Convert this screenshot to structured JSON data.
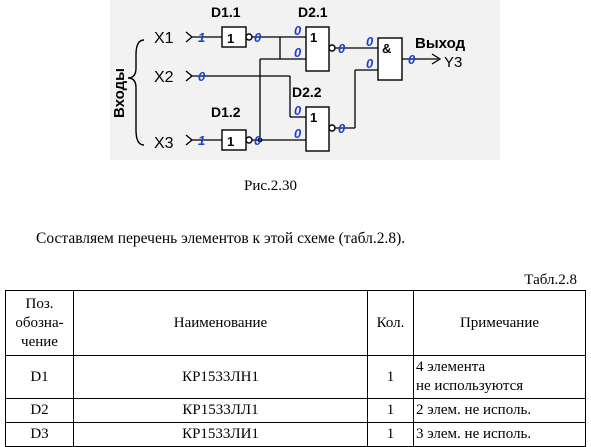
{
  "diagram": {
    "inputs_label": "Входы",
    "output_label": "Выход",
    "inputs": [
      "X1",
      "X2",
      "X3"
    ],
    "output": "Y3",
    "elements": [
      {
        "ref": "D1.1",
        "symbol": "1"
      },
      {
        "ref": "D2.1",
        "symbol": "1"
      },
      {
        "ref": "D1.2",
        "symbol": "1"
      },
      {
        "ref": "D2.2",
        "symbol": "1"
      },
      {
        "ref": "",
        "symbol": "&"
      }
    ],
    "levels": {
      "x1": "1",
      "x2": "0",
      "x3": "1",
      "d11_out": "0",
      "d12_out": "0",
      "d21_in_a": "0",
      "d21_in_b": "0",
      "d21_out": "0",
      "d22_in_a": "0",
      "d22_in_b": "0",
      "d22_out": "0",
      "and_in_a": "0",
      "and_in_b": "0",
      "and_out": "0"
    },
    "colors": {
      "wire": "#000000",
      "level": "#1a3fd6",
      "background": "#f2f2f2"
    }
  },
  "caption": "Рис.2.30",
  "intro": "Составляем перечень элементов к этой схеме (табл.2.8).",
  "table_label": "Табл.2.8",
  "table": {
    "headers": [
      "Поз.\nобозна-\nчение",
      "Наименование",
      "Кол.",
      "Примечание"
    ],
    "rows": [
      [
        "D1",
        "КР1533ЛН1",
        "1",
        "4 элемента\nне используются"
      ],
      [
        "D2",
        "КР1533ЛЛ1",
        "1",
        "2 элем. не исполь."
      ],
      [
        "D3",
        "КР1533ЛИ1",
        "1",
        "3 элем. не исполь."
      ]
    ]
  }
}
